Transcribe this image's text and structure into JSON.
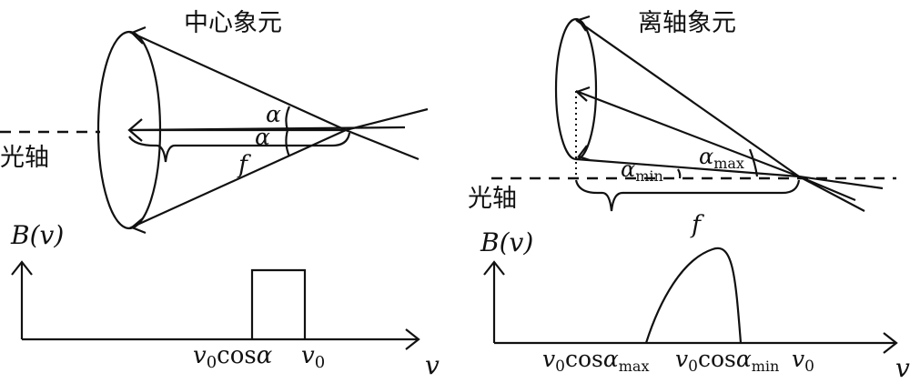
{
  "left_panel": {
    "title": "中心象元",
    "axis_label": "光轴",
    "angle_upper": "α",
    "angle_lower": "α",
    "focal": "f",
    "graph": {
      "y_label": "B(v)",
      "x_label": "v",
      "tick1_base": "v",
      "tick1_sub": "0",
      "tick1_rest": "cosα",
      "tick2_base": "v",
      "tick2_sub": "0"
    }
  },
  "right_panel": {
    "title": "离轴象元",
    "axis_label": "光轴",
    "angle_min_base": "α",
    "angle_min_sub": "min",
    "angle_max_base": "α",
    "angle_max_sub": "max",
    "focal": "f",
    "graph": {
      "y_label": "B(v)",
      "x_label": "v",
      "tick1_base": "v",
      "tick1_sub": "0",
      "tick1_rest": "cosα",
      "tick1_sub2": "max",
      "tick2_base": "v",
      "tick2_sub": "0",
      "tick2_rest": "cosα",
      "tick2_sub2": "min",
      "tick3_base": "v",
      "tick3_sub": "0"
    }
  }
}
